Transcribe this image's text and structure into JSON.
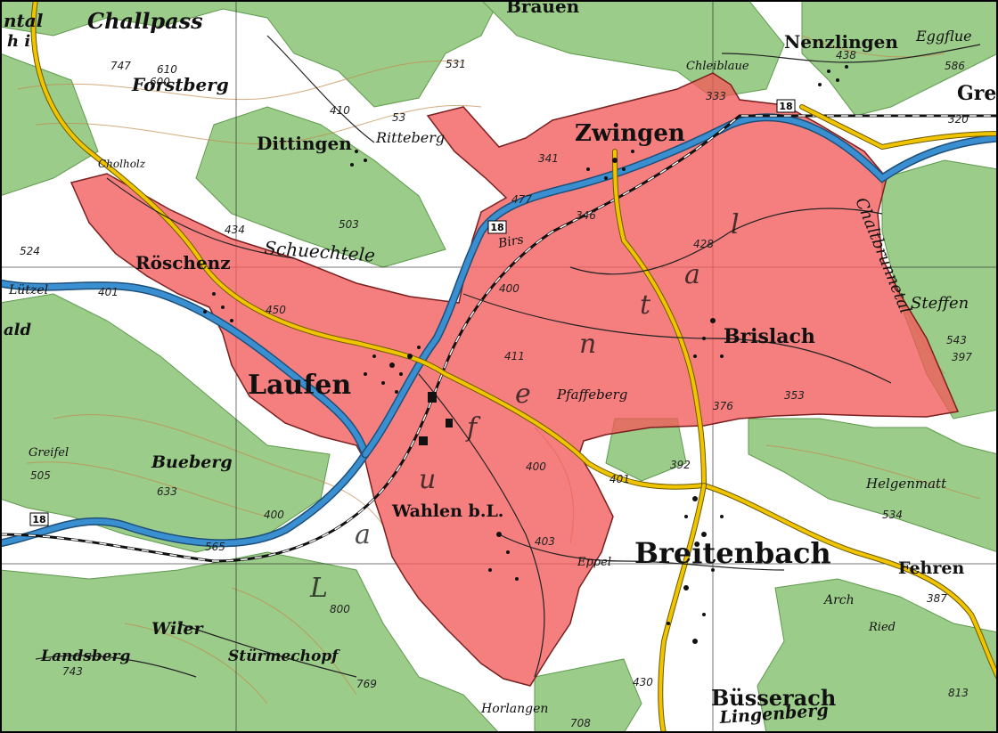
{
  "colors": {
    "forest": "#9ccc8a",
    "open_land": "#ffffff",
    "highlight": "#f25a5a",
    "river": "#3a8fd0",
    "main_road": "#f1c400",
    "contour": "#c2874a",
    "border": "#000000"
  },
  "places": {
    "zwingen": "Zwingen",
    "laufen": "Laufen",
    "brislach": "Brislach",
    "roeschenz": "Röschenz",
    "wahlen": "Wahlen b.L.",
    "breitenbach": "Breitenbach",
    "buesserach": "Büsserach",
    "fehren": "Fehren",
    "dittingen": "Dittingen",
    "nenzlingen": "Nenzlingen",
    "eggflue": "Eggflue",
    "gre": "Gre",
    "steffen": "Steffen",
    "forstberg": "Forstberg",
    "challpass": "Challpass",
    "cholholz": "Cholholz",
    "ritteberg": "Ritteberg",
    "chleiblaue": "Chleiblaue",
    "schuechtele": "Schuechtele",
    "birs": "Birs",
    "luetzel": "Lützel",
    "bueberg": "Bueberg",
    "greifel": "Greifel",
    "pfaffeberg": "Pfaffeberg",
    "helgenmatt": "Helgenmatt",
    "arch": "Arch",
    "ried": "Ried",
    "wiler": "Wiler",
    "landsberg": "Landsberg",
    "stuermechopf": "Stürmechopf",
    "horlangen": "Horlangen",
    "lingenberg": "Lingenberg",
    "chaltbrunnetal": "Chaltbrunnetal",
    "eppel": "Eppel",
    "brunnen": "Brauen",
    "ntal": "ntal",
    "hi": "h i",
    "ald": "ald",
    "laufental": [
      "L",
      "a",
      "u",
      "f",
      "e",
      "n",
      "t",
      "a",
      "l"
    ]
  },
  "altitudes": [
    "747",
    "610",
    "531",
    "438",
    "586",
    "333",
    "410",
    "53",
    "320",
    "341",
    "477",
    "346",
    "434",
    "503",
    "524",
    "428",
    "450",
    "401",
    "411",
    "376",
    "353",
    "397",
    "543",
    "505",
    "633",
    "565",
    "392",
    "403",
    "401",
    "534",
    "387",
    "769",
    "430",
    "813",
    "708",
    "743",
    "400",
    "400",
    "400",
    "600",
    "800"
  ],
  "road_numbers": [
    "18",
    "18",
    "18"
  ]
}
